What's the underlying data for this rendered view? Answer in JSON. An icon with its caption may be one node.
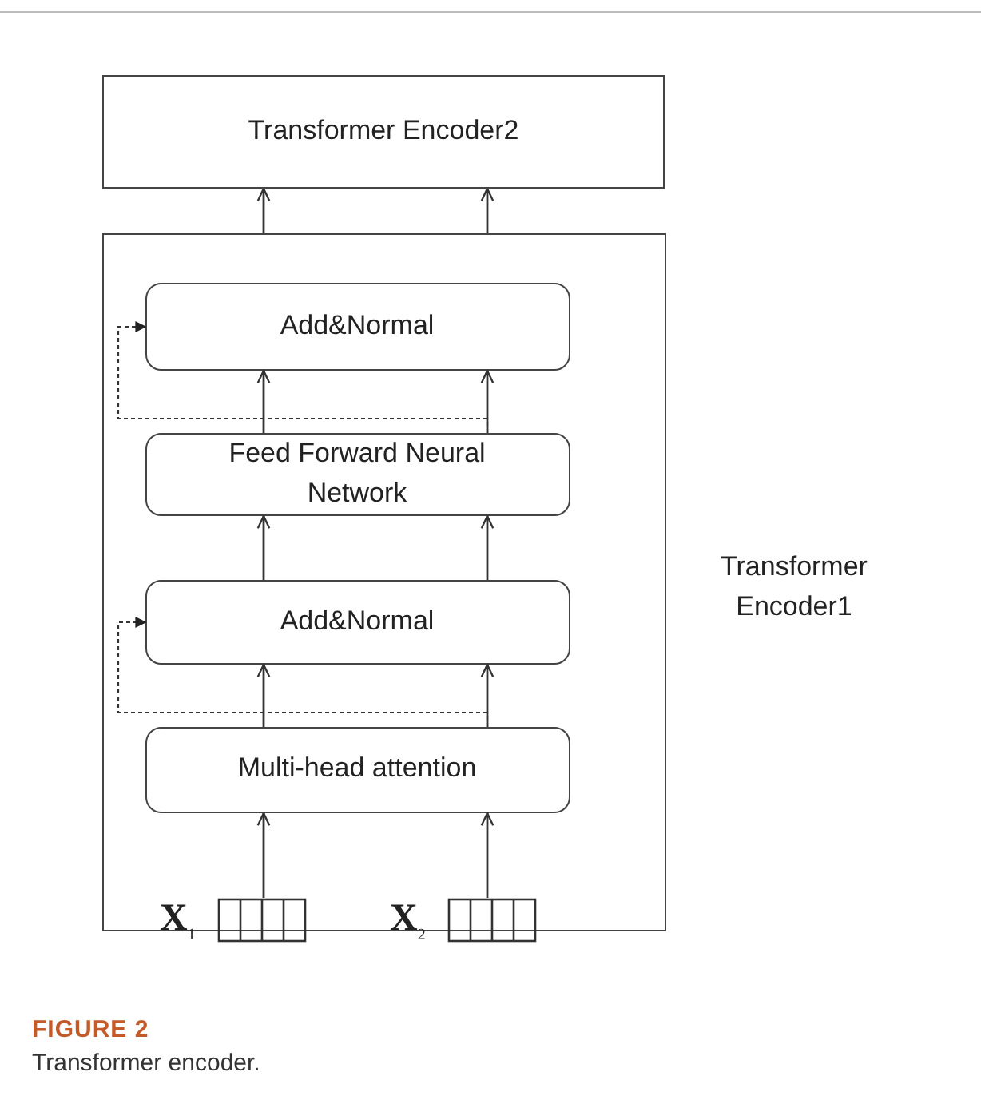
{
  "diagram": {
    "caption": "Transformer encoder.",
    "nodes": [
      {
        "text": [
          "Transformer Encoder2"
        ]
      },
      {
        "text": [
          "Transformer Encoder1"
        ]
      },
      {
        "text": [
          "Add&Normal"
        ],
        "in": 1
      },
      {
        "text": [
          "Feed Forward Neural Network"
        ],
        "in": 1
      },
      {
        "text": [
          "Add&Normal"
        ],
        "in": 1
      },
      {
        "text": [
          "Multi-head attention"
        ],
        "in": 1
      },
      {
        "text": [
          "X$_{1}$"
        ]
      },
      {
        "text": [
          "X$_{2}$"
        ]
      }
    ],
    "edges": [
      {
        "from": 1,
        "to": 0,
        "arrow": "to"
      },
      {
        "from": 1,
        "to": 0,
        "arrow": "to"
      },
      {
        "from": 3,
        "to": 2,
        "arrow": "to"
      },
      {
        "from": 3,
        "to": 2,
        "arrow": "to"
      },
      {
        "from": 4,
        "to": 3,
        "arrow": "to"
      },
      {
        "from": 4,
        "to": 3,
        "arrow": "to"
      },
      {
        "from": 5,
        "to": 4,
        "arrow": "to"
      },
      {
        "from": 5,
        "to": 4,
        "arrow": "to"
      },
      {
        "from": 6,
        "to": 5,
        "arrow": "to"
      },
      {
        "from": 7,
        "to": 5,
        "arrow": "to"
      },
      {
        "from": 3,
        "to": 2,
        "arrow": "to",
        "style": "dashed"
      },
      {
        "from": 5,
        "to": 4,
        "arrow": "to",
        "style": "dashed"
      }
    ],
    "labels": [
      "FIGURE 2"
    ]
  }
}
